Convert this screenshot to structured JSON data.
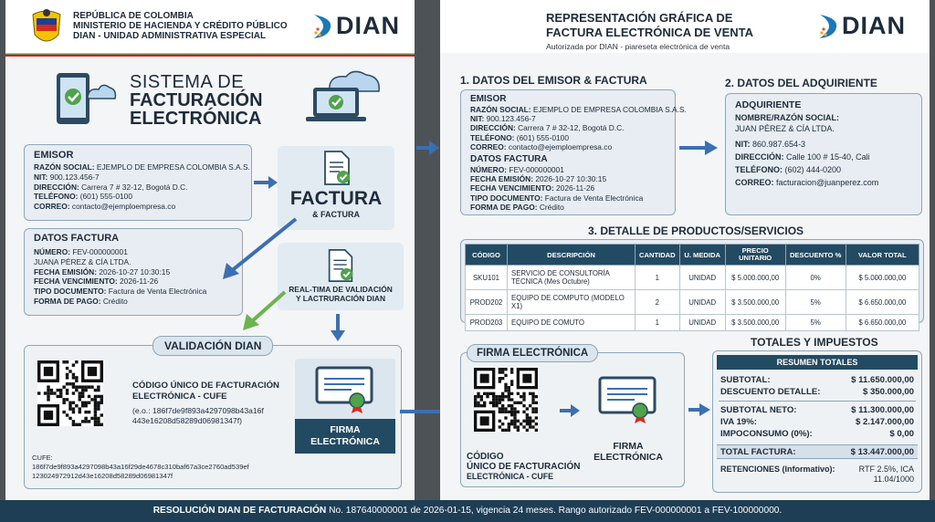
{
  "left": {
    "header": {
      "line1": "REPÚBLICA DE COLOMBIA",
      "line2": "MINISTERIO DE HACIENDA Y CRÉDITO PÚBLICO",
      "line3": "DIAN - UNIDAD ADMINISTRATIVA ESPECIAL",
      "brand": "DIAN"
    },
    "title": {
      "l1": "SISTEMA DE",
      "l2": "FACTURACIÓN",
      "l3": "ELECTRÓNICA"
    },
    "emisor": {
      "heading": "EMISOR",
      "rows": [
        {
          "label": "RAZÓN SOCIAL:",
          "value": "EJEMPLO DE EMPRESA COLOMBIA S.A.S."
        },
        {
          "label": "NIT:",
          "value": "900.123.456-7"
        },
        {
          "label": "DIRECCIÓN:",
          "value": "Carrera 7 # 32-12, Bogotá D.C."
        },
        {
          "label": "TELÉFONO:",
          "value": "(601) 555-0100"
        },
        {
          "label": "CORREO:",
          "value": "contacto@ejemploempresa.co"
        }
      ]
    },
    "factura_card": {
      "title": "FACTURA",
      "subtitle": "& FACTURA"
    },
    "datos": {
      "heading": "DATOS FACTURA",
      "rows": [
        {
          "label": "NÚMERO:",
          "value": "FEV-000000001"
        },
        {
          "label": "",
          "value": "JUANA PÉREZ & CÍA LTDA."
        },
        {
          "label": "FECHA EMISIÓN:",
          "value": "2026-10-27 10:30:15"
        },
        {
          "label": "FECHA VENCIMIENTO:",
          "value": "2026-11-26"
        },
        {
          "label": "TIPO DOCUMENTO:",
          "value": "Factura de Venta Electrónica"
        },
        {
          "label": "FORMA DE PAGO:",
          "value": "Crédito"
        }
      ]
    },
    "realtime": {
      "l1": "REAL-TIMA DE VALIDACIÓN",
      "l2": "Y LACTRURACIÓN DIAN"
    },
    "validacion": {
      "heading": "VALIDACIÓN DIAN",
      "cufe_title1": "CÓDIGO ÚNICO DE FACTURACIÓN",
      "cufe_title2": "ELECTRÓNICA - CUFE",
      "cufe_eg1": "(e.o.: 186f7de9f893a4297098b43a16f",
      "cufe_eg2": "443e16208d58289d06981347f)",
      "cufe_label": "CUFE:",
      "cufe_l1": "186f7de9f893a4297098b43a16f29de4678c310baf67a3ce2760ad539ef",
      "cufe_l2": "123024972912d43e16208d58289d06981347f",
      "firma_l1": "FIRMA",
      "firma_l2": "ELECTRÓNICA"
    }
  },
  "right": {
    "header": {
      "title1": "REPRESENTACIÓN GRÁFICA DE",
      "title2": "FACTURA ELECTRÓNICA DE VENTA",
      "subtitle": "Autorizada por DIAN - piareseta electrónica de venta",
      "brand": "DIAN"
    },
    "s1": {
      "heading": "1. DATOS DEL EMISOR & FACTURA",
      "emisor_heading": "EMISOR",
      "emisor_rows": [
        {
          "label": "RAZÓN SOCIAL:",
          "value": "EJEMPLO DE EMPRESA COLOMBIA S.A.S."
        },
        {
          "label": "NIT:",
          "value": "900.123.456-7"
        },
        {
          "label": "DIRECCIÓN:",
          "value": "Carrera 7 # 32-12, Bogotá D.C."
        },
        {
          "label": "TELÉFONO:",
          "value": "(601) 555-0100"
        },
        {
          "label": "CORREO:",
          "value": "contacto@ejemploempresa.co"
        }
      ],
      "datos_heading": "DATOS FACTURA",
      "datos_rows": [
        {
          "label": "NÚMERO:",
          "value": "FEV-000000001"
        },
        {
          "label": "FECHA EMISIÓN:",
          "value": "2026-10-27 10:30:15"
        },
        {
          "label": "FECHA VENCIMIENTO:",
          "value": "2026-11-26"
        },
        {
          "label": "TIPO DOCUMENTO:",
          "value": "Factura de Venta Electrónica"
        },
        {
          "label": "FORMA DE PAGO:",
          "value": "Crédito"
        }
      ]
    },
    "s2": {
      "heading": "2. DATOS DEL ADQUIRIENTE",
      "sub": "ADQUIRIENTE",
      "name_label": "NOMBRE/RAZÓN SOCIAL:",
      "name_value": "JUAN PÉREZ & CÍA LTDA.",
      "rows": [
        {
          "label": "NIT:",
          "value": "860.987.654-3"
        },
        {
          "label": "DIRECCIÓN:",
          "value": "Calle 100 # 15-40, Cali"
        },
        {
          "label": "TELÉFONO:",
          "value": "(602) 444-0200"
        },
        {
          "label": "CORREO:",
          "value": "facturacion@juanperez.com"
        }
      ]
    },
    "s3": {
      "heading": "3. DETALLE DE PRODUCTOS/SERVICIOS",
      "columns": [
        "CÓDIGO",
        "DESCRIPCIÓN",
        "CANTIDAD",
        "U. MEDIDA",
        "PRECIO UNITARIO",
        "DESCUENTO %",
        "VALOR TOTAL"
      ],
      "rows": [
        [
          "SKU101",
          "SERVICIO DE CONSULTORÍA TÉCNICA (Mes Octubre)",
          "1",
          "UNIDAD",
          "$ 5.000.000,00",
          "0%",
          "$ 5.000.000,00"
        ],
        [
          "PROD202",
          "EQUIPO DE COMPUTO (MODELO X1)",
          "2",
          "UNIDAD",
          "$ 3.500.000,00",
          "5%",
          "$ 6.650.000,00"
        ],
        [
          "PROD203",
          "EQUIPO DE COMUTO",
          "1",
          "UNIDAD",
          "$ 3.500.000,00",
          "5%",
          "$ 6.650.000,00"
        ]
      ]
    },
    "firma": {
      "heading": "FIRMA ELECTRÓNICA",
      "code_l1": "CÓDIGO",
      "code_l2": "ÚNICO DE FACTURACIÓN",
      "code_l3": "ELECTRÓNICA - CUFE",
      "firma_l1": "FIRMA",
      "firma_l2": "ELECTRÓNICA"
    },
    "totales": {
      "heading": "TOTALES Y IMPUESTOS",
      "bar": "RESUMEN TOTALES",
      "group1": [
        {
          "label": "SUBTOTAL:",
          "value": "$ 11.650.000,00"
        },
        {
          "label": "DESCUENTO DETALLE:",
          "value": "$ 350.000,00"
        }
      ],
      "group2": [
        {
          "label": "SUBTOTAL NETO:",
          "value": "$ 11.300.000,00"
        },
        {
          "label": "IVA 19%:",
          "value": "$ 2.147.000,00"
        },
        {
          "label": "IMPOCONSUMO (0%):",
          "value": "$ 0,00"
        }
      ],
      "total_label": "TOTAL FACTURA:",
      "total_value": "$ 13.447.000,00",
      "ret_label": "RETENCIONES (Informativo):",
      "ret_value1": "RTF 2.5%, ICA",
      "ret_value2": "11.04/1000"
    }
  },
  "footer": {
    "bold": "RESOLUCIÓN DIAN DE FACTURACIÓN",
    "rest": " No. 187640000001 de 2026-01-15, vigencia 24 meses. Rango autorizado FEV-000000001 a FEV-100000000."
  },
  "colors": {
    "navy": "#1e3e55",
    "box": "#e7edf2",
    "accent_blue": "#3b6fb0",
    "green_check": "#4fa34a"
  }
}
